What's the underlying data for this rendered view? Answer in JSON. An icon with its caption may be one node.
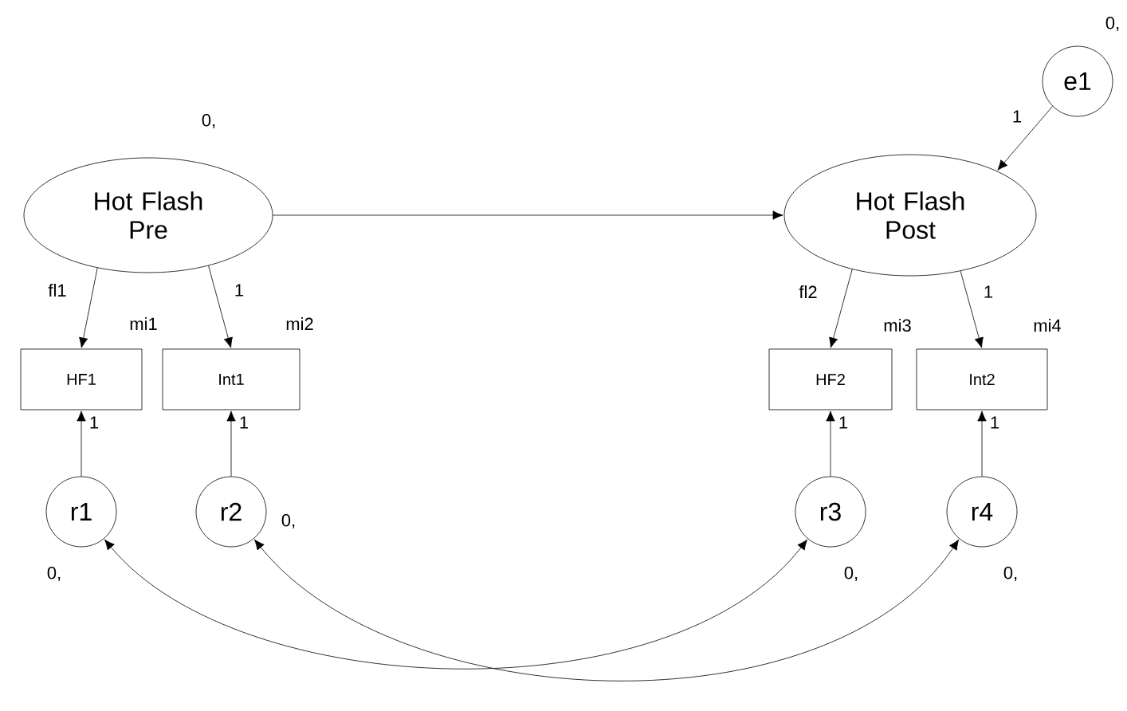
{
  "diagram": {
    "nodes": [
      {
        "text": [
          "Hot Flash Pre"
        ],
        "beside": [
          "0,"
        ]
      },
      {
        "text": [
          "Hot Flash Post"
        ]
      },
      {
        "text": [
          "e1"
        ],
        "beside": [
          "0,"
        ]
      },
      {
        "text": [
          "HF1"
        ]
      },
      {
        "text": [
          "Int1"
        ]
      },
      {
        "text": [
          "HF2"
        ]
      },
      {
        "text": [
          "Int2"
        ]
      },
      {
        "text": [
          "r1"
        ],
        "beside": [
          "0,"
        ]
      },
      {
        "text": [
          "r2"
        ],
        "beside": [
          "0,"
        ]
      },
      {
        "text": [
          "r3"
        ],
        "beside": [
          "0,"
        ]
      },
      {
        "text": [
          "r4"
        ],
        "beside": [
          "0,"
        ]
      }
    ],
    "edges": [
      {
        "from": 0,
        "to": 1,
        "arrow": "to"
      },
      {
        "from": 2,
        "to": 1,
        "arrow": "to",
        "label": "1"
      },
      {
        "from": 0,
        "to": 3,
        "arrow": "to",
        "label": "fl1"
      },
      {
        "from": 0,
        "to": 4,
        "arrow": "to",
        "label": "1"
      },
      {
        "from": 1,
        "to": 5,
        "arrow": "to",
        "label": "fl2"
      },
      {
        "from": 1,
        "to": 6,
        "arrow": "to",
        "label": "1"
      },
      {
        "from": 7,
        "to": 3,
        "arrow": "to",
        "label": "1"
      },
      {
        "from": 8,
        "to": 4,
        "arrow": "to",
        "label": "1"
      },
      {
        "from": 9,
        "to": 5,
        "arrow": "to",
        "label": "1"
      },
      {
        "from": 10,
        "to": 6,
        "arrow": "to",
        "label": "1"
      },
      {
        "from": 7,
        "to": 9,
        "arrow": "both"
      },
      {
        "from": 8,
        "to": 10,
        "arrow": "both"
      }
    ],
    "labels": [
      "mi1",
      "mi2",
      "mi3",
      "mi4"
    ]
  }
}
